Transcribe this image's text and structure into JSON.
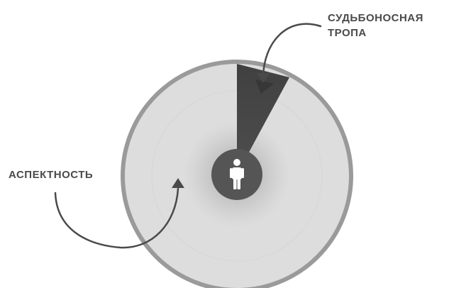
{
  "labels": {
    "fate_path_line1": "СУДЬБОНОСНАЯ",
    "fate_path_line2": "ТРОПА",
    "aspectness": "АСПЕКТНОСТЬ"
  },
  "colors": {
    "circle_fill": "#dddddd",
    "circle_border": "#9a9a9a",
    "wedge": "#4a4a4a",
    "center_disc": "#555555",
    "arrow": "#4a4a4a",
    "person_icon": "#ffffff",
    "label_text": "#4a4a4a"
  },
  "icons": {
    "center": "person-icon"
  }
}
